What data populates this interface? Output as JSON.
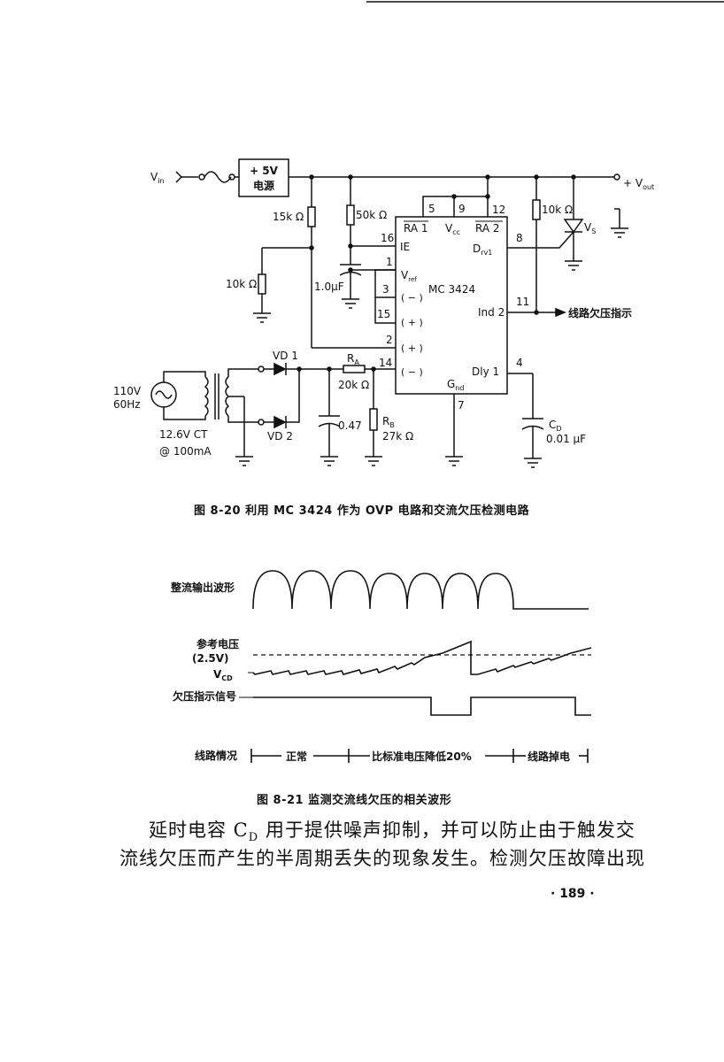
{
  "figure1": {
    "caption": "图 8-20   利用 MC 3424 作为 OVP 电路和交流欠压检测电路",
    "labels": {
      "vin": "V",
      "vin_sub": "in",
      "reg_line1": "+ 5V",
      "reg_line2": "电源",
      "vout": "+ V",
      "vout_sub": "out",
      "r15k": "15k Ω",
      "r50k": "50k Ω",
      "r10k_left": "10k Ω",
      "r10k_right": "10k Ω",
      "cap1": "1.0μF",
      "chip": "MC 3424",
      "p5": "5",
      "p9": "9",
      "p12": "12",
      "p16": "16",
      "p1": "1",
      "p3": "3",
      "p15": "15",
      "p2": "2",
      "p14": "14",
      "p8": "8",
      "p11": "11",
      "p4": "4",
      "p7": "7",
      "ra1": "RA 1",
      "vcc": "V",
      "vcc_sub": "cc",
      "ra2": "RA 2",
      "ie": "IE",
      "vref": "V",
      "vref_sub": "ref",
      "minus1": "( − )",
      "plus1": "( + )",
      "plus2": "( + )",
      "minus2": "( − )",
      "drv": "D",
      "drv_sub": "rv1",
      "ind2": "Ind 2",
      "dly1": "Dly 1",
      "gnd": "G",
      "gnd_sub": "nd",
      "vs": "V",
      "vs_sub": "S",
      "undervolt": "线路欠压指示",
      "vd1": "VD 1",
      "vd2": "VD 2",
      "ra": "R",
      "ra_sub": "A",
      "ra_val": "20k Ω",
      "c047": "0.47",
      "rb": "R",
      "rb_sub": "B",
      "rb_val": "27k Ω",
      "cd": "C",
      "cd_sub": "D",
      "cd_val": "0.01 μF",
      "ac_v": "110V",
      "ac_f": "60Hz",
      "xfmr1": "12.6V  CT",
      "xfmr2": "@ 100mA"
    }
  },
  "figure2": {
    "caption": "图 8-21   监测交流线欠压的相关波形",
    "labels": {
      "rect": "整流输出波形",
      "ref1": "参考电压",
      "ref2": "(2.5V)",
      "vcd": "V",
      "vcd_sub": "CD",
      "ind": "欠压指示信号",
      "line": "线路情况",
      "normal": "正常",
      "drop": "比标准电压降低20%",
      "off": "线路掉电"
    }
  },
  "body": {
    "line1": "延时电容 C",
    "line1_sub": "D",
    "line1_rest": " 用于提供噪声抑制，并可以防止由于触发交",
    "line2": "流线欠压而产生的半周期丢失的现象发生。检测欠压故障出现"
  },
  "page_number": "· 189 ·"
}
